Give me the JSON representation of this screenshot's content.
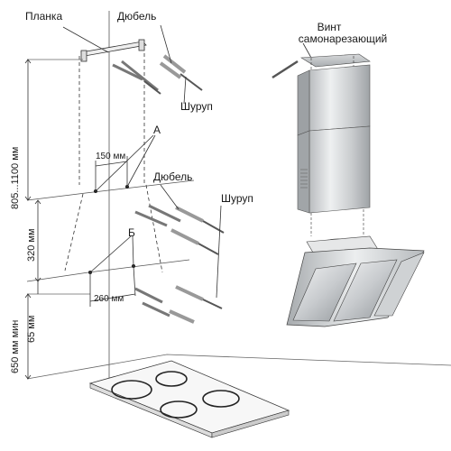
{
  "labels": {
    "planka": "Планка",
    "dyubel_top": "Дюбель",
    "shurup_top": "Шуруп",
    "point_a": "А",
    "dim_150": "150 мм",
    "dyubel_mid": "Дюбель",
    "shurup_mid": "Шуруп",
    "point_b": "Б",
    "dim_260": "260 мм",
    "vint_line1": "Винт",
    "vint_line2": "самонарезающий"
  },
  "dimensions": {
    "height_range": "805...1100 мм",
    "d320": "320 мм",
    "d65": "65 мм",
    "d650": "650 мм мин"
  }
}
